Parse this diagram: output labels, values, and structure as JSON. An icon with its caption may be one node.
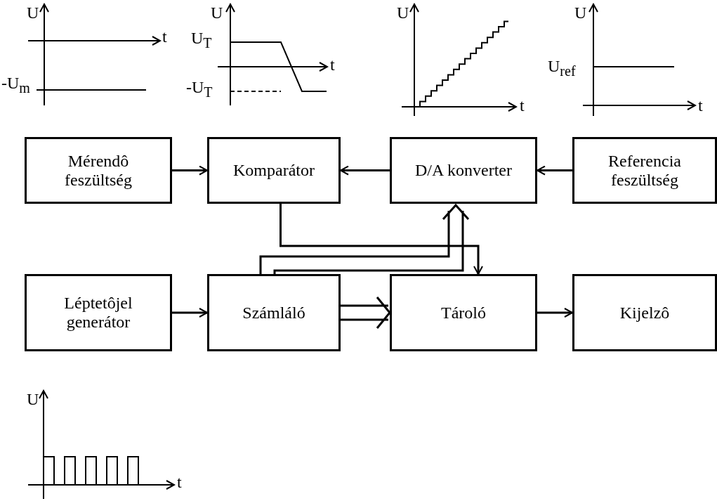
{
  "diagram": {
    "nodes": [
      {
        "text": [
          "Mérendô feszültség"
        ]
      },
      {
        "text": [
          "Komparátor"
        ]
      },
      {
        "text": [
          "D/A konverter"
        ]
      },
      {
        "text": [
          "Referencia feszültség"
        ]
      },
      {
        "text": [
          "Léptetôjel generátor"
        ]
      },
      {
        "text": [
          "Számláló"
        ]
      },
      {
        "text": [
          "Tároló"
        ]
      },
      {
        "text": [
          "Kijelzô"
        ]
      }
    ],
    "edges": [
      {
        "from": 0,
        "to": 1,
        "arrow": "to"
      },
      {
        "from": 2,
        "to": 1,
        "arrow": "to"
      },
      {
        "from": 3,
        "to": 2,
        "arrow": "to"
      },
      {
        "from": 1,
        "to": 6,
        "arrow": "to"
      },
      {
        "from": 5,
        "to": 2,
        "arrow": "to"
      },
      {
        "from": 4,
        "to": 5,
        "arrow": "to"
      },
      {
        "from": 5,
        "to": 6,
        "arrow": "to"
      },
      {
        "from": 6,
        "to": 7,
        "arrow": "to"
      }
    ],
    "labels": [
      "U",
      "t",
      "-U$_{m}$",
      "U",
      "U$_{T}$",
      "t",
      "-U$_{T}$",
      "U",
      "t",
      "U",
      "U$_{ref}$",
      "t",
      "U",
      "t"
    ]
  }
}
